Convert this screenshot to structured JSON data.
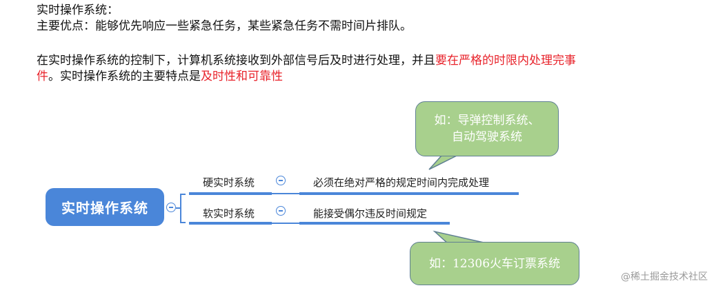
{
  "text": {
    "line1": "实时操作系统：",
    "line2": "主要优点：能够优先响应一些紧急任务，某些紧急任务不需时间片排队。",
    "para_a": "在实时操作系统的控制下，计算机系统接收到外部信号后及时进行处理，并且",
    "para_a_red": "要在严格的时限内处理完事",
    "para_b_red": "件",
    "para_b": "。实时操作系统的主要特点是",
    "para_b_red2": "及时性和可靠性"
  },
  "mindmap": {
    "root": "实时操作系统",
    "branches": [
      {
        "label": "硬实时系统",
        "detail": "必须在绝对严格的规定时间内完成处理"
      },
      {
        "label": "软实时系统",
        "detail": "能接受偶尔违反时间规定"
      }
    ],
    "colors": {
      "node": "#4a86d9",
      "bubble": "#a8d08d",
      "highlight": "#e8222a"
    }
  },
  "bubbles": {
    "hard_example_line1": "如：导弹控制系统、",
    "hard_example_line2": "自动驾驶系统",
    "soft_example": "如：12306火车订票系统"
  },
  "watermark": "@稀土掘金技术社区"
}
